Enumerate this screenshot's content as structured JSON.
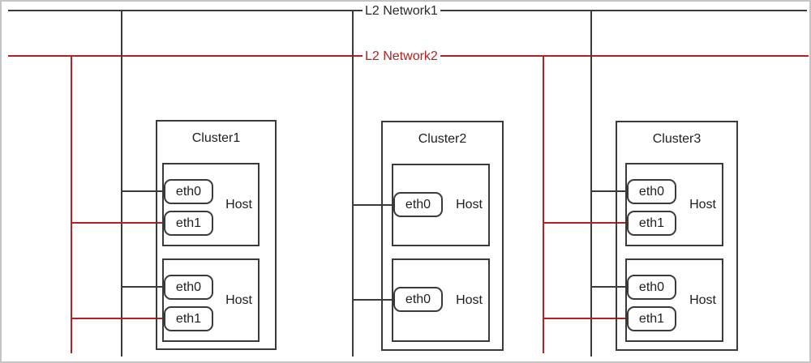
{
  "diagram": {
    "networks": [
      {
        "label": "L2 Network1",
        "color": "#3a3a3a"
      },
      {
        "label": "L2 Network2",
        "color": "#b22222"
      }
    ],
    "clusters": [
      {
        "title": "Cluster1",
        "hosts": [
          {
            "label": "Host",
            "interfaces": [
              "eth0",
              "eth1"
            ]
          },
          {
            "label": "Host",
            "interfaces": [
              "eth0",
              "eth1"
            ]
          }
        ]
      },
      {
        "title": "Cluster2",
        "hosts": [
          {
            "label": "Host",
            "interfaces": [
              "eth0"
            ]
          },
          {
            "label": "Host",
            "interfaces": [
              "eth0"
            ]
          }
        ]
      },
      {
        "title": "Cluster3",
        "hosts": [
          {
            "label": "Host",
            "interfaces": [
              "eth0",
              "eth1"
            ]
          },
          {
            "label": "Host",
            "interfaces": [
              "eth0",
              "eth1"
            ]
          }
        ]
      }
    ]
  }
}
